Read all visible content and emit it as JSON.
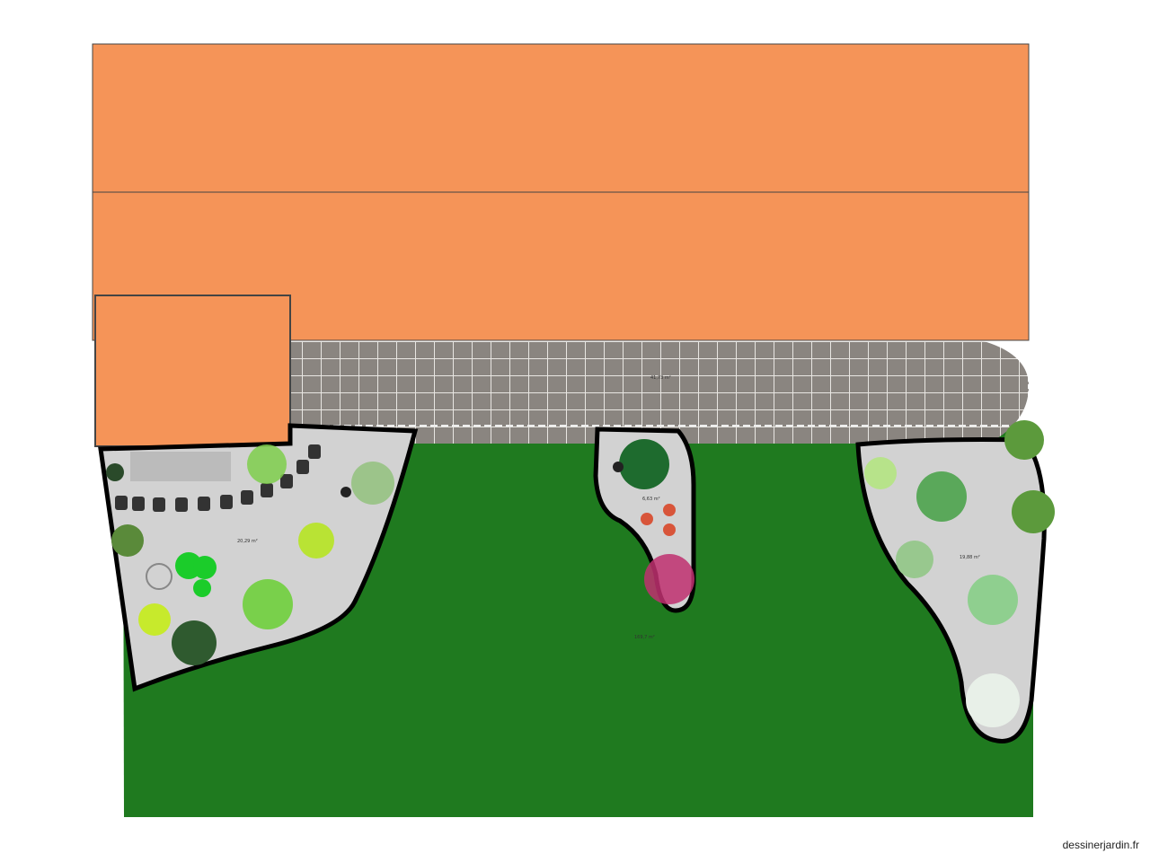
{
  "plan": {
    "areas": {
      "terrace": "41,73 m²",
      "bed_left": "20,29 m²",
      "bed_center": "6,63 m²",
      "bed_right": "19,88 m²",
      "lawn": "169,7 m²"
    }
  },
  "colors": {
    "roof": "#f59458",
    "lawn": "#1f7a1f",
    "gravel": "#d2d2d2",
    "paving": "#8a8580"
  },
  "watermark": "dessinerjardin.fr"
}
